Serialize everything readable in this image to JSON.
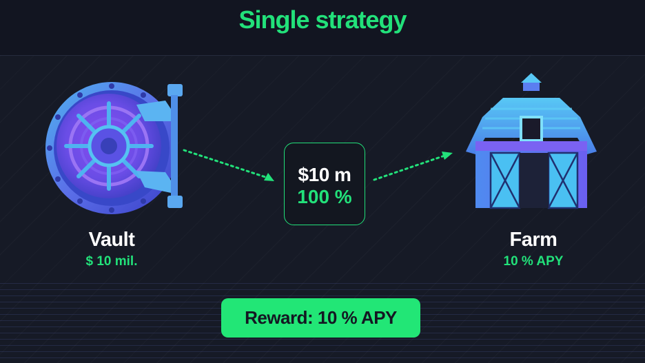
{
  "header": {
    "title": "Single strategy"
  },
  "vault": {
    "label": "Vault",
    "amount": "$ 10 mil."
  },
  "allocation": {
    "amount": "$10 m",
    "percent": "100 %"
  },
  "farm": {
    "label": "Farm",
    "apy": "10 % APY"
  },
  "reward": {
    "label": "Reward: 10 % APY"
  },
  "colors": {
    "accent": "#22e17a",
    "background": "#161a26",
    "header": "#121521"
  },
  "icons": {
    "vault": "vault-icon",
    "farm": "barn-icon",
    "arrow": "dotted-arrow-icon"
  }
}
